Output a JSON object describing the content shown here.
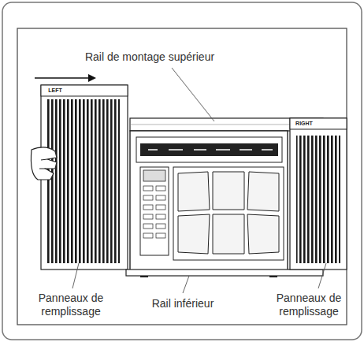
{
  "diagram": {
    "labels": [
      "Rail de montage supérieur",
      "LEFT",
      "RIGHT",
      "Panneaux de remplissage",
      "Rail inférieur",
      "Panneaux de remplissage"
    ]
  }
}
